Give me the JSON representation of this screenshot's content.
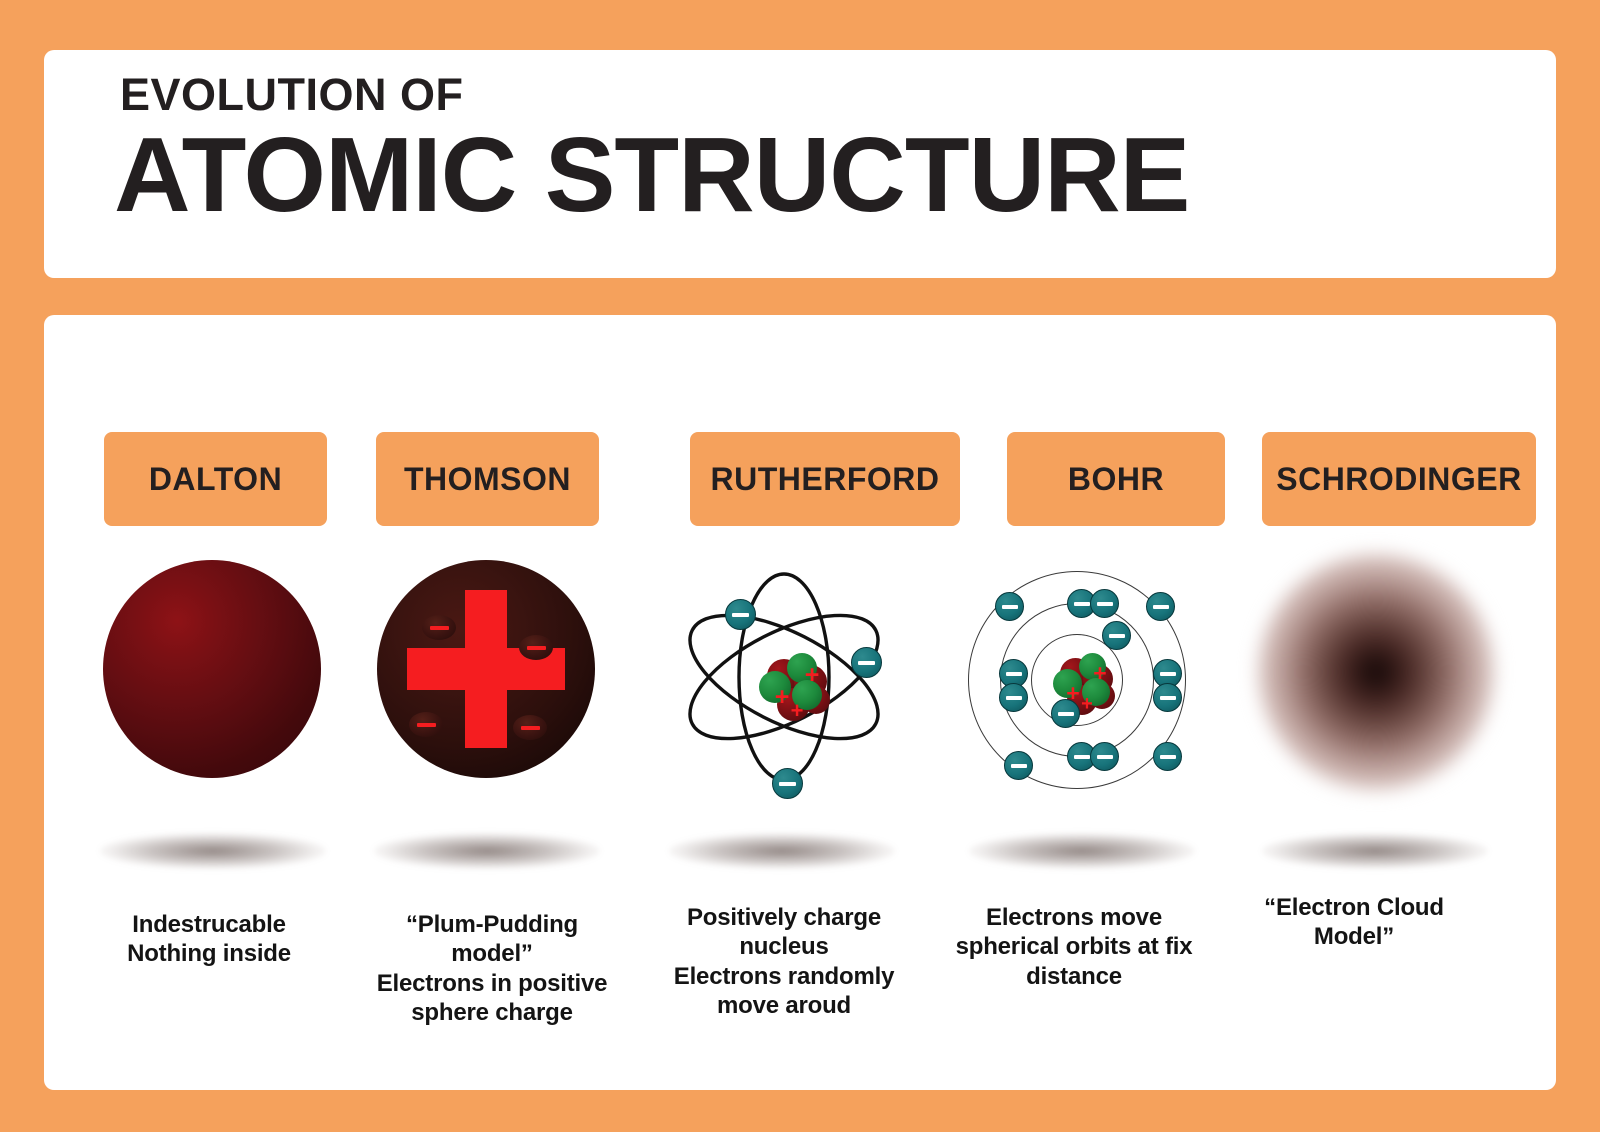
{
  "theme": {
    "background": "#f5a15c",
    "panel": "#ffffff",
    "tab_fill": "#f5a15c",
    "text": "#231f20",
    "electron_teal": "#17737a",
    "proton_red": "#f51d20",
    "neutron_green": "#1d8a3c"
  },
  "header": {
    "supertitle": "EVOLUTION OF",
    "title": "ATOMIC STRUCTURE"
  },
  "models": [
    {
      "tab_label": "DALTON",
      "diagram": "solid-sphere-icon",
      "caption_lines": [
        "Indestrucable",
        "Nothing inside"
      ]
    },
    {
      "tab_label": "THOMSON",
      "diagram": "plum-pudding-icon",
      "caption_lines": [
        "“Plum-Pudding model”",
        "Electrons in positive",
        "sphere charge"
      ]
    },
    {
      "tab_label": "RUTHERFORD",
      "diagram": "orbital-atom-icon",
      "caption_lines": [
        "Positively charge",
        "nucleus",
        "Electrons randomly",
        "move aroud"
      ]
    },
    {
      "tab_label": "BOHR",
      "diagram": "shell-atom-icon",
      "caption_lines": [
        "Electrons move",
        "spherical orbits at fix",
        "distance"
      ]
    },
    {
      "tab_label": "SCHRODINGER",
      "diagram": "electron-cloud-icon",
      "caption_lines": [
        "“Electron Cloud",
        "Model”"
      ]
    }
  ]
}
